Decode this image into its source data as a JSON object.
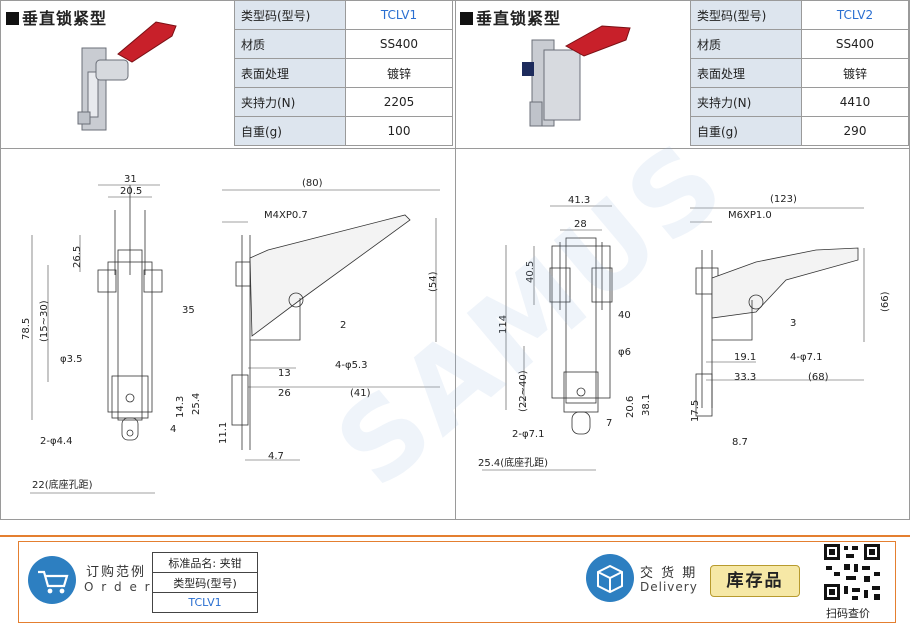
{
  "left": {
    "title": "垂直锁紧型",
    "specs": [
      {
        "key": "类型码(型号)",
        "value": "TCLV1"
      },
      {
        "key": "材质",
        "value": "SS400"
      },
      {
        "key": "表面处理",
        "value": "镀锌"
      },
      {
        "key": "夹持力(N)",
        "value": "2205"
      },
      {
        "key": "自重(g)",
        "value": "100"
      }
    ],
    "dims": {
      "d31": "31",
      "d20_5": "20.5",
      "d26_5": "26.5",
      "d78_5": "78.5",
      "d15_30": "(15~30)",
      "d35": "35",
      "phi3_5": "φ3.5",
      "d14_3": "14.3",
      "d25_4": "25.4",
      "d4": "4",
      "phi4_4": "2-φ4.4",
      "d22": "22(底座孔距)",
      "d80": "(80)",
      "thread": "M4XP0.7",
      "d54": "(54)",
      "d2": "2",
      "d13": "13",
      "phi5_3": "4-φ5.3",
      "d26": "26",
      "d41": "(41)",
      "d11_1": "11.1",
      "d4_7": "4.7"
    }
  },
  "right": {
    "title": "垂直锁紧型",
    "specs": [
      {
        "key": "类型码(型号)",
        "value": "TCLV2"
      },
      {
        "key": "材质",
        "value": "SS400"
      },
      {
        "key": "表面处理",
        "value": "镀锌"
      },
      {
        "key": "夹持力(N)",
        "value": "4410"
      },
      {
        "key": "自重(g)",
        "value": "290"
      }
    ],
    "dims": {
      "d41_3": "41.3",
      "d28": "28",
      "d40_5": "40.5",
      "d114": "114",
      "d22_40": "(22~40)",
      "d40": "40",
      "phi6": "φ6",
      "phi7_1": "2-φ7.1",
      "d7": "7",
      "d20_6": "20.6",
      "d38_1": "38.1",
      "d25_4": "25.4(底座孔距)",
      "d123": "(123)",
      "thread": "M6XP1.0",
      "d66": "(66)",
      "d3": "3",
      "d19_1": "19.1",
      "phi7_1b": "4-φ7.1",
      "d33_3": "33.3",
      "d68": "(68)",
      "d17_5": "17.5",
      "d8_7": "8.7"
    }
  },
  "footer": {
    "order_cn": "订购范例",
    "order_en": "O r d e r",
    "std_name_label": "标准品名: 夹钳",
    "type_label": "类型码(型号)",
    "type_value": "TCLV1",
    "delivery_cn": "交 货 期",
    "delivery_en": "Delivery",
    "stock_label": "库存品",
    "qr_label": "扫码查价"
  },
  "watermark": "SAMUS",
  "colors": {
    "accent_blue": "#2a6fd1",
    "handle_red": "#c8202a",
    "header_bg": "#dde5ee",
    "stock_bg": "#f6e8a6"
  },
  "icons": {
    "order": "cart-icon",
    "delivery": "box-icon",
    "qr": "qr-code-icon"
  }
}
